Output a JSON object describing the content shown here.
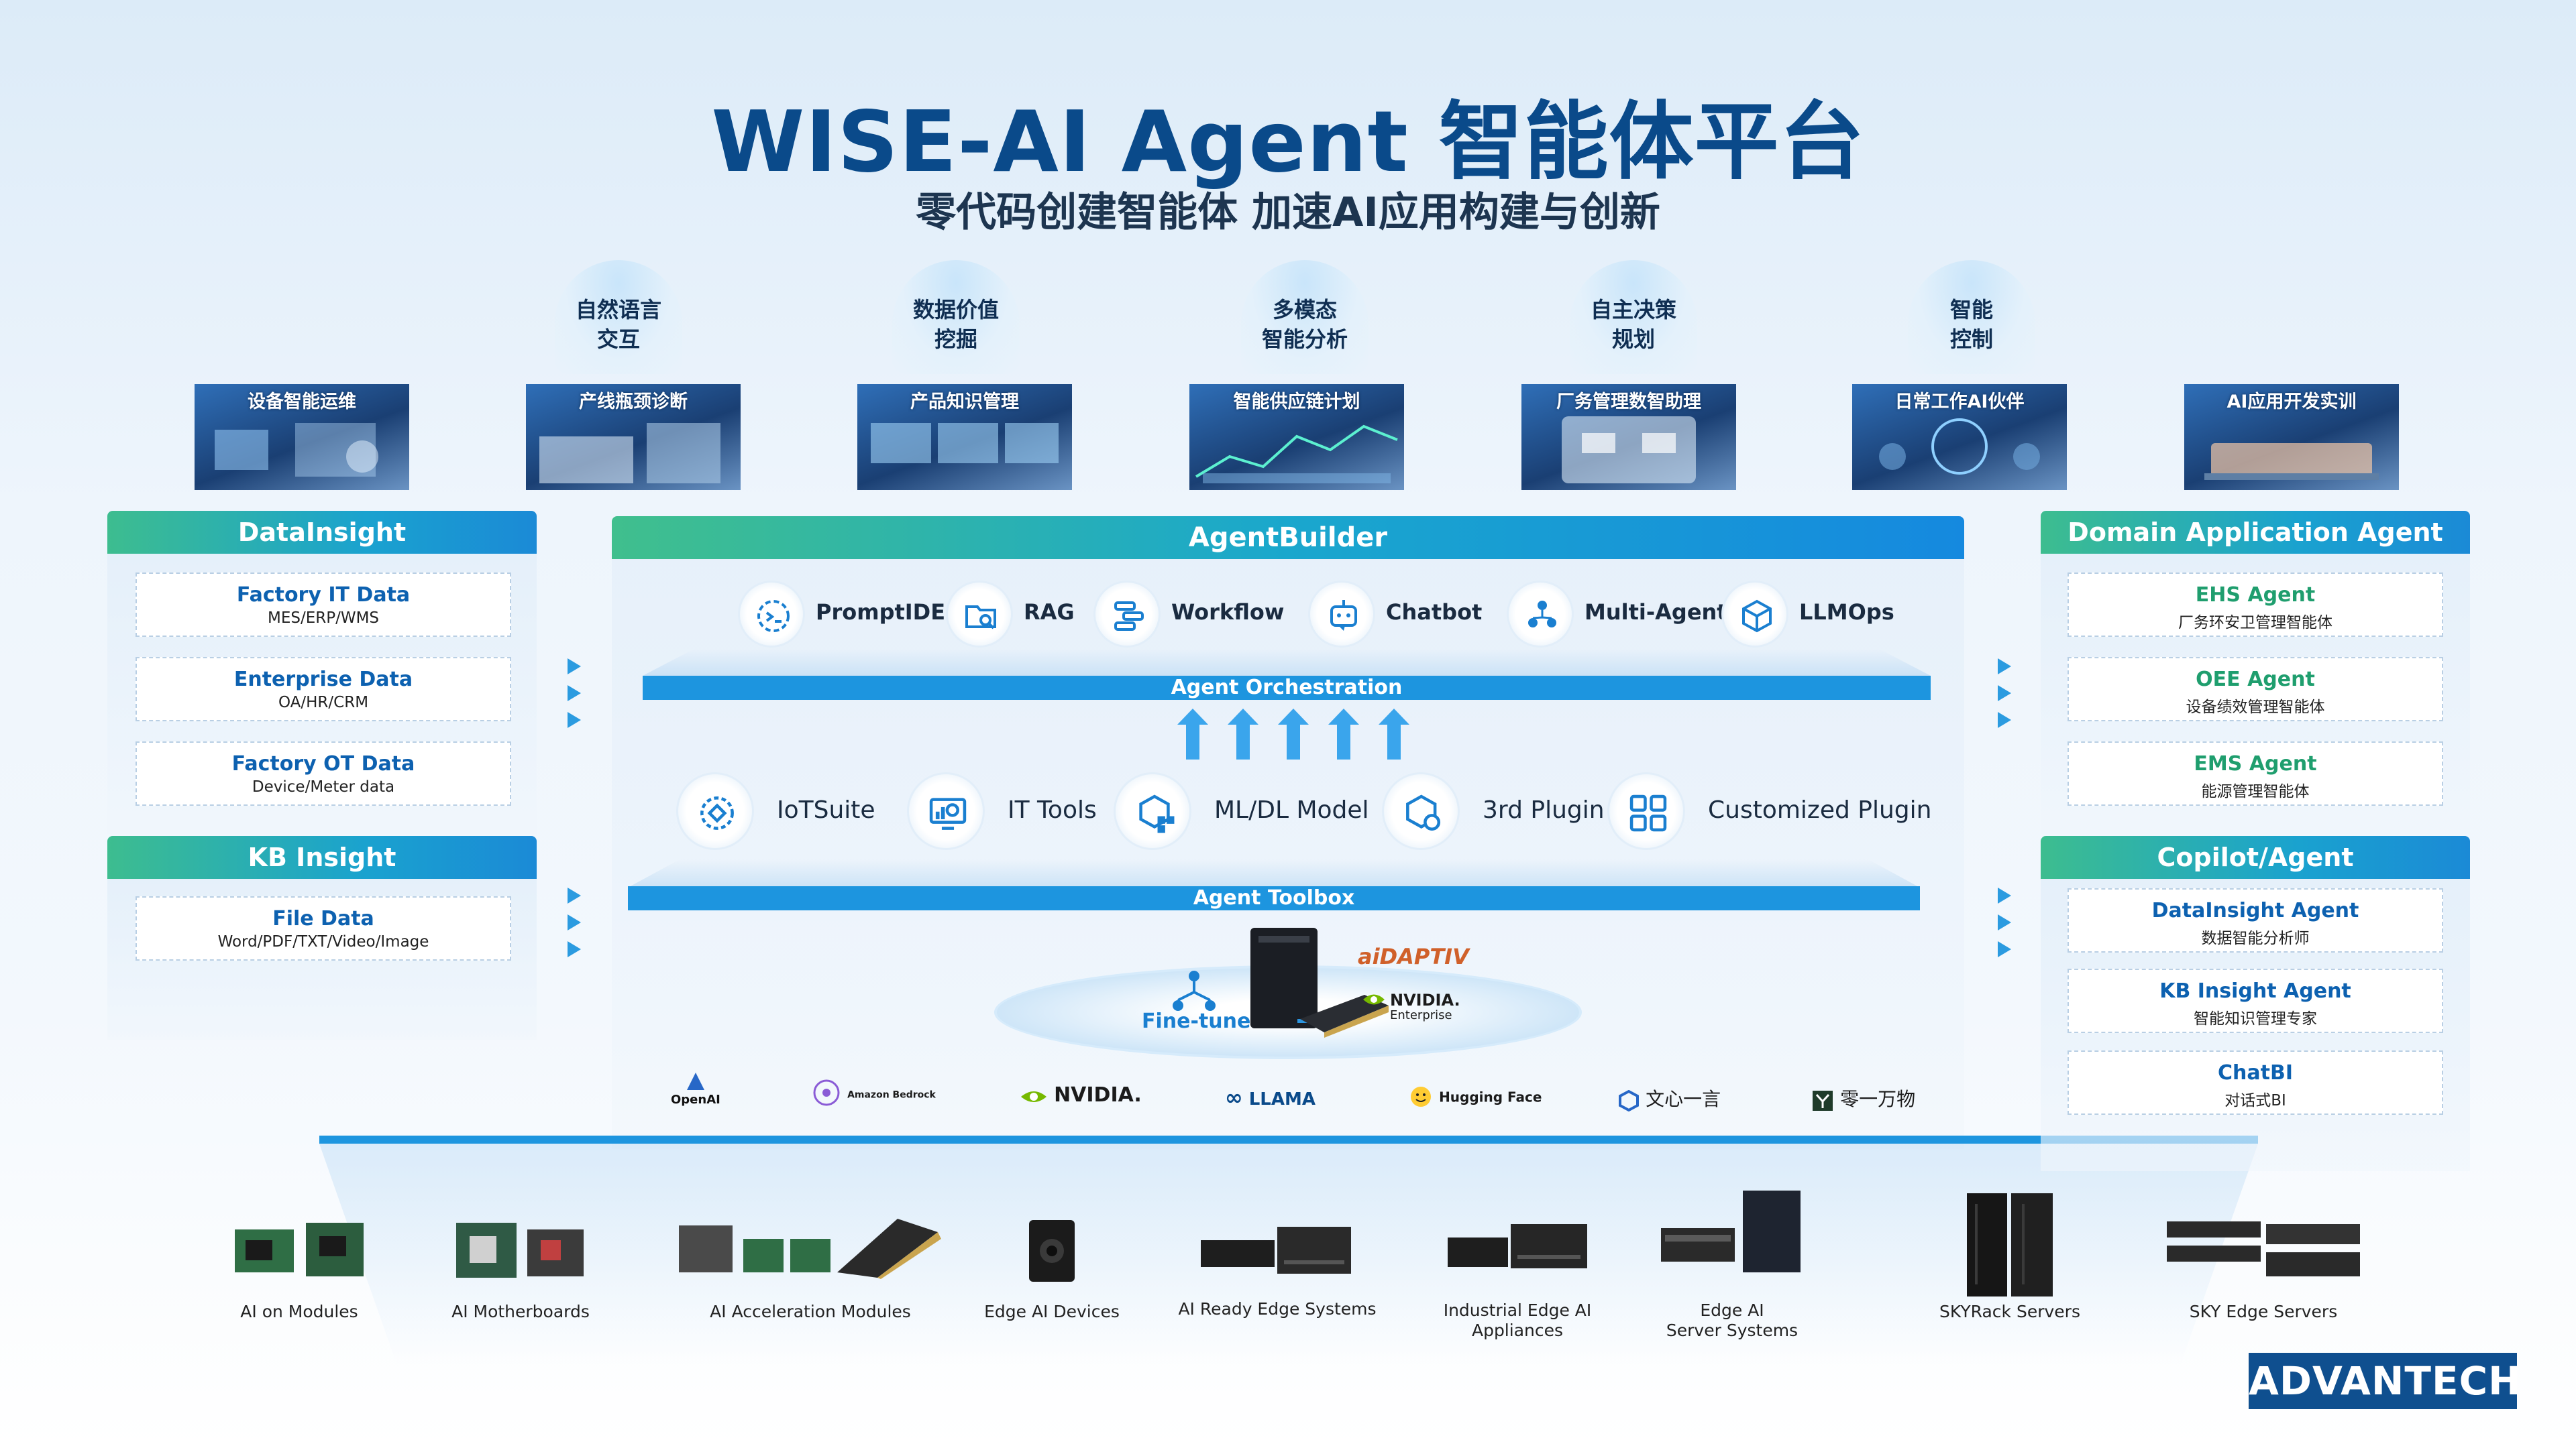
{
  "title": "WISE-AI Agent 智能体平台",
  "subtitle": "零代码创建智能体 加速AI应用构建与创新",
  "capabilities": [
    {
      "line1": "自然语言",
      "line2": "交互"
    },
    {
      "line1": "数据价值",
      "line2": "挖掘"
    },
    {
      "line1": "多模态",
      "line2": "智能分析"
    },
    {
      "line1": "自主决策",
      "line2": "规划"
    },
    {
      "line1": "智能",
      "line2": "控制"
    }
  ],
  "scenes": [
    "设备智能运维",
    "产线瓶颈诊断",
    "产品知识管理",
    "智能供应链计划",
    "厂务管理数智助理",
    "日常工作AI伙伴",
    "AI应用开发实训"
  ],
  "datainsight": {
    "title": "DataInsight",
    "cards": [
      {
        "title": "Factory IT Data",
        "sub": "MES/ERP/WMS"
      },
      {
        "title": "Enterprise Data",
        "sub": "OA/HR/CRM"
      },
      {
        "title": "Factory OT Data",
        "sub": "Device/Meter data"
      }
    ]
  },
  "kbinsight": {
    "title": "KB Insight",
    "cards": [
      {
        "title": "File Data",
        "sub": "Word/PDF/TXT/Video/Image"
      }
    ]
  },
  "agentbuilder": {
    "title": "AgentBuilder",
    "tools": [
      {
        "label": "PromptIDE",
        "icon": "prompt-icon"
      },
      {
        "label": "RAG",
        "icon": "folder-search-icon"
      },
      {
        "label": "Workflow",
        "icon": "workflow-icon"
      },
      {
        "label": "Chatbot",
        "icon": "chatbot-icon"
      },
      {
        "label": "Multi-Agent",
        "icon": "multi-agent-icon"
      },
      {
        "label": "LLMOps",
        "icon": "cube-icon"
      }
    ],
    "orchestration_label": "Agent Orchestration",
    "toolbox_items": [
      {
        "label": "IoTSuite",
        "icon": "iot-icon"
      },
      {
        "label": "IT Tools",
        "icon": "monitor-gear-icon"
      },
      {
        "label": "ML/DL Model",
        "icon": "cubes-icon"
      },
      {
        "label": "3rd Plugin",
        "icon": "plugin-box-icon"
      },
      {
        "label": "Customized Plugin",
        "icon": "grid-icon"
      }
    ],
    "toolbox_label": "Agent Toolbox",
    "finetune_label": "Fine-tune",
    "aidaptiv_label": "aiDAPTIV",
    "nvidia_enterprise_label": "NVIDIA.",
    "nvidia_enterprise_sub": "Enterprise"
  },
  "model_logos": [
    "OpenAI",
    "Amazon Bedrock",
    "NVIDIA.",
    "LLAMA",
    "Hugging Face",
    "文心一言",
    "零一万物"
  ],
  "domain_agent": {
    "title": "Domain Application Agent",
    "cards": [
      {
        "title": "EHS Agent",
        "sub": "厂务环安卫管理智能体"
      },
      {
        "title": "OEE Agent",
        "sub": "设备绩效管理智能体"
      },
      {
        "title": "EMS Agent",
        "sub": "能源管理智能体"
      }
    ]
  },
  "copilot": {
    "title": "Copilot/Agent",
    "cards": [
      {
        "title": "DataInsight Agent",
        "sub": "数据智能分析师"
      },
      {
        "title": "KB Insight Agent",
        "sub": "智能知识管理专家"
      },
      {
        "title": "ChatBI",
        "sub": "对话式BI"
      }
    ]
  },
  "hardware": [
    {
      "line1": "AI on Modules",
      "line2": ""
    },
    {
      "line1": "AI Motherboards",
      "line2": ""
    },
    {
      "line1": "AI Acceleration Modules",
      "line2": ""
    },
    {
      "line1": "Edge AI Devices",
      "line2": ""
    },
    {
      "line1": "AI Ready Edge Systems",
      "line2": ""
    },
    {
      "line1": "Industrial Edge AI",
      "line2": "Appliances"
    },
    {
      "line1": "Edge AI",
      "line2": "Server Systems"
    },
    {
      "line1": "SKYRack Servers",
      "line2": ""
    },
    {
      "line1": "SKY Edge Servers",
      "line2": ""
    }
  ],
  "brand": "ADVANTECH",
  "colors": {
    "primary": "#0a4a8a",
    "accent": "#1d95df",
    "green": "#3dbd8f"
  }
}
